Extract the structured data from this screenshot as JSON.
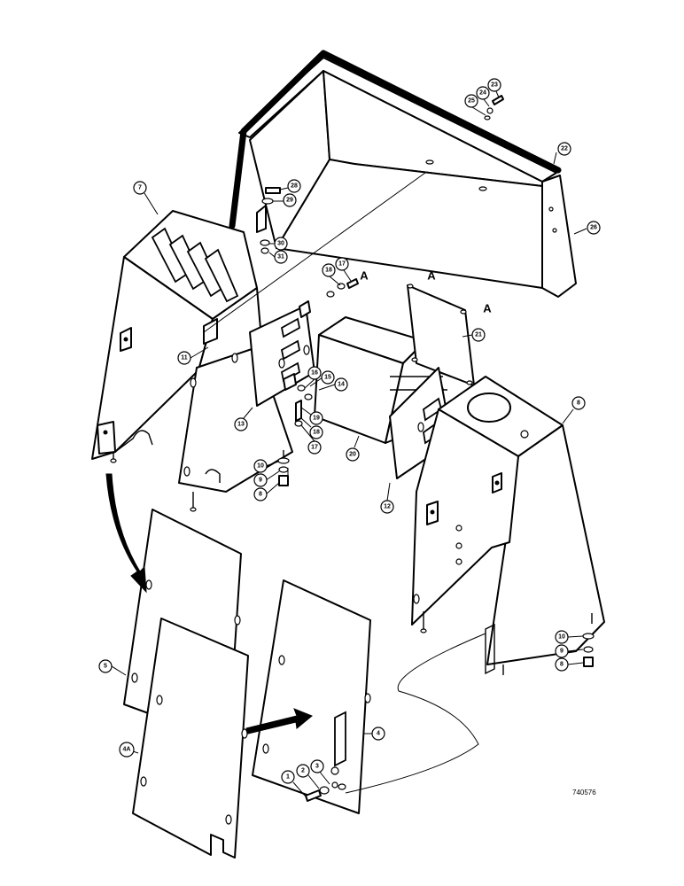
{
  "drawing_number": "740576",
  "view_markers": [
    "A",
    "A",
    "A"
  ],
  "callouts": [
    "1",
    "2",
    "3",
    "4",
    "4A",
    "5",
    "7",
    "8",
    "8",
    "8",
    "9",
    "9",
    "10",
    "10",
    "11",
    "12",
    "13",
    "14",
    "15",
    "16",
    "17",
    "17",
    "18",
    "18",
    "19",
    "20",
    "21",
    "22",
    "23",
    "24",
    "25",
    "26",
    "28",
    "29",
    "30",
    "31"
  ]
}
